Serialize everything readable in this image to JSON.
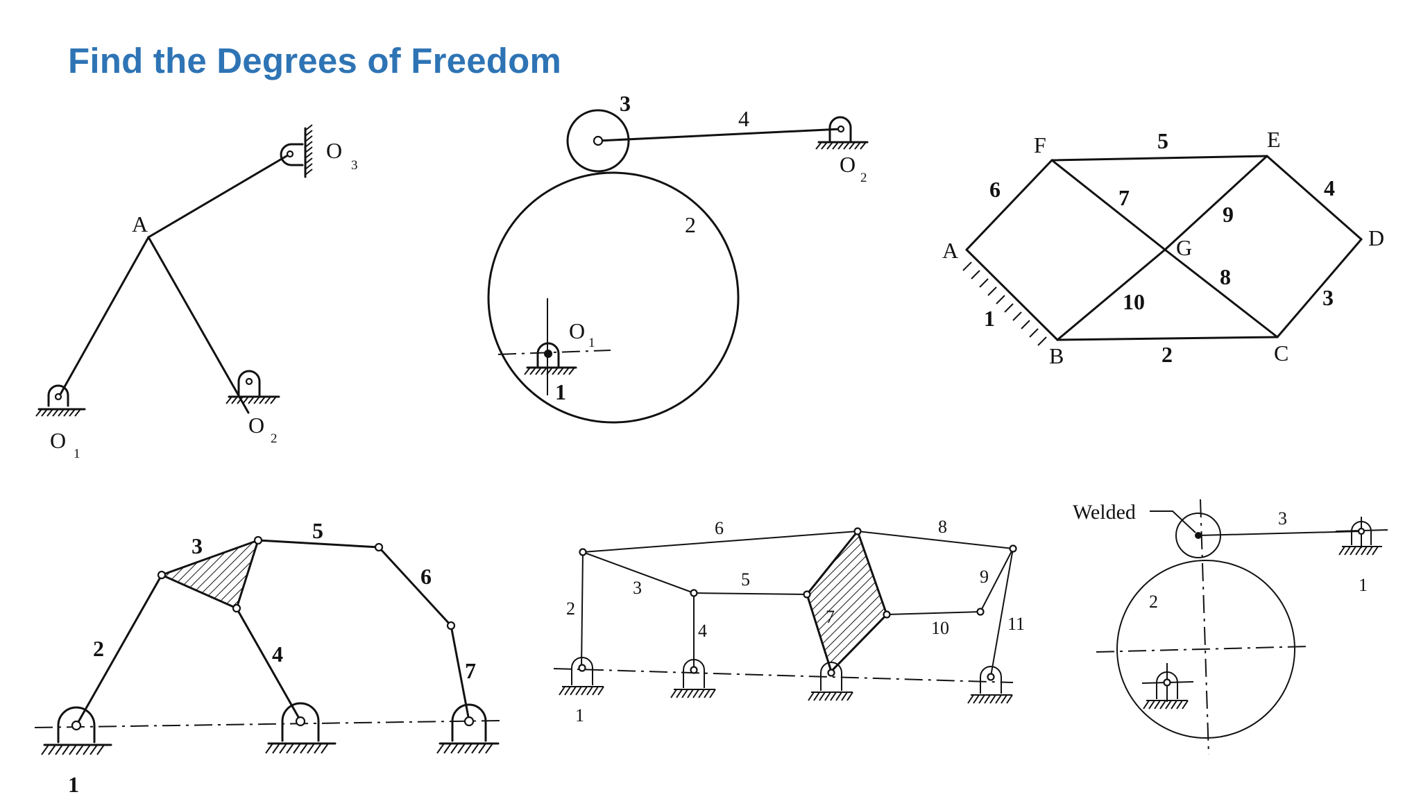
{
  "slide": {
    "title": "Find the Degrees of Freedom"
  },
  "fig1": {
    "labels": {
      "A": "A",
      "O1": "O",
      "O1_sub": "1",
      "O2": "O",
      "O2_sub": "2",
      "O3": "O",
      "O3_sub": "3"
    }
  },
  "fig2": {
    "labels": {
      "l1": "1",
      "l2": "2",
      "l3": "3",
      "l4": "4",
      "O1": "O",
      "O1_sub": "1",
      "O2": "O",
      "O2_sub": "2"
    }
  },
  "fig3": {
    "labels": {
      "A": "A",
      "B": "B",
      "C": "C",
      "D": "D",
      "E": "E",
      "F": "F",
      "G": "G",
      "l1": "1",
      "l2": "2",
      "l3": "3",
      "l4": "4",
      "l5": "5",
      "l6": "6",
      "l7": "7",
      "l8": "8",
      "l9": "9",
      "l10": "10"
    }
  },
  "fig4": {
    "labels": {
      "l1": "1",
      "l2": "2",
      "l3": "3",
      "l4": "4",
      "l5": "5",
      "l6": "6",
      "l7": "7"
    }
  },
  "fig5": {
    "labels": {
      "l1": "1",
      "l2": "2",
      "l3": "3",
      "l4": "4",
      "l5": "5",
      "l6": "6",
      "l7": "7",
      "l8": "8",
      "l9": "9",
      "l10": "10",
      "l11": "11"
    }
  },
  "fig6": {
    "labels": {
      "welded": "Welded",
      "l1": "1",
      "l2": "2",
      "l3": "3"
    }
  }
}
